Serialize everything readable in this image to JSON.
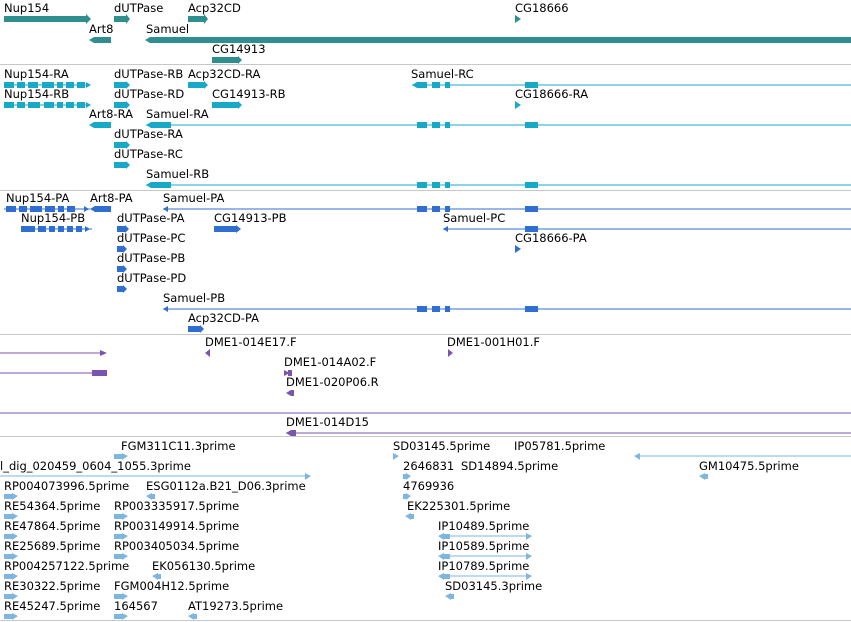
{
  "colors": {
    "gene": "#2f8f8f",
    "transcript": "#18a9c8",
    "protein": "#2f6fd2",
    "est": "#7a55b0",
    "read": "#7fb6e0",
    "separator": "#c8c8c8"
  },
  "tracks": {
    "genes": {
      "labels": [
        "Nup154",
        "dUTPase",
        "Acp32CD",
        "CG18666",
        "Art8",
        "Samuel",
        "CG14913"
      ]
    },
    "transcripts": {
      "labels": [
        "Nup154-RA",
        "dUTPase-RB",
        "Acp32CD-RA",
        "Samuel-RC",
        "Nup154-RB",
        "dUTPase-RD",
        "CG14913-RB",
        "CG18666-RA",
        "Art8-RA",
        "Samuel-RA",
        "dUTPase-RA",
        "dUTPase-RC",
        "Samuel-RB"
      ]
    },
    "proteins": {
      "labels": [
        "Nup154-PA",
        "Art8-PA",
        "Samuel-PA",
        "Nup154-PB",
        "dUTPase-PA",
        "CG14913-PB",
        "Samuel-PC",
        "dUTPase-PC",
        "CG18666-PA",
        "dUTPase-PB",
        "dUTPase-PD",
        "Samuel-PB",
        "Acp32CD-PA"
      ]
    },
    "ests": {
      "labels": [
        "DME1-014E17.F",
        "DME1-001H01.F",
        "DME1-014A02.F",
        "DME1-020P06.R",
        "DME1-014D15"
      ]
    },
    "reads": {
      "labels": [
        "FGM311C11.3prime",
        "SD03145.5prime",
        "IP05781.5prime",
        "l_dig_020459_0604_1055.3prime",
        "2646831",
        "SD14894.5prime",
        "GM10475.5prime",
        "RP004073996.5prime",
        "ESG0112a.B21_D06.3prime",
        "4769936",
        "RE54364.5prime",
        "RP003335917.5prime",
        "EK225301.5prime",
        "RE47864.5prime",
        "RP003149914.5prime",
        "IP10489.5prime",
        "RE25689.5prime",
        "RP003405034.5prime",
        "IP10589.5prime",
        "RP004257122.5prime",
        "EK056130.5prime",
        "IP10789.5prime",
        "RE30322.5prime",
        "FGM004H12.5prime",
        "SD03145.3prime",
        "RE45247.5prime",
        "164567",
        "AT19273.5prime"
      ]
    }
  }
}
